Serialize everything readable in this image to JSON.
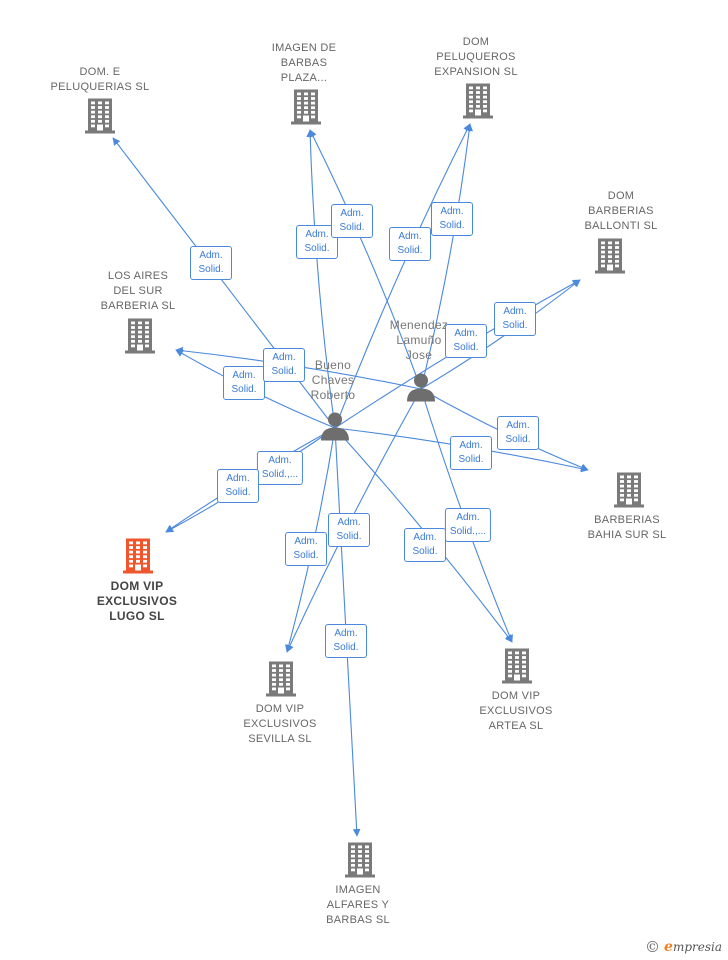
{
  "colors": {
    "edge": "#4a89dc",
    "company": "#7a7a7a",
    "focus": "#f0562d",
    "person": "#6e6e6e"
  },
  "persons": [
    {
      "id": "bueno",
      "name": "Bueno\nChaves\nRoberto"
    },
    {
      "id": "menendez",
      "name": "Menendez\nLamuño\nJose"
    }
  ],
  "companies": [
    {
      "id": "dom_e",
      "name": "DOM. E\nPELUQUERIAS SL",
      "focus": false
    },
    {
      "id": "imagen_barbas",
      "name": "IMAGEN DE\nBARBAS\nPLAZA...",
      "focus": false
    },
    {
      "id": "dom_peluqueros",
      "name": "DOM\nPELUQUEROS\nEXPANSION  SL",
      "focus": false
    },
    {
      "id": "ballonti",
      "name": "DOM\nBARBERIAS\nBALLONTI  SL",
      "focus": false
    },
    {
      "id": "aires",
      "name": "LOS AIRES\nDEL SUR\nBARBERIA  SL",
      "focus": false
    },
    {
      "id": "bahia",
      "name": "BARBERIAS\nBAHIA SUR  SL",
      "focus": false
    },
    {
      "id": "lugo",
      "name": "DOM VIP\nEXCLUSIVOS\nLUGO  SL",
      "focus": true
    },
    {
      "id": "sevilla",
      "name": "DOM VIP\nEXCLUSIVOS\nSEVILLA  SL",
      "focus": false
    },
    {
      "id": "artea",
      "name": "DOM VIP\nEXCLUSIVOS\nARTEA  SL",
      "focus": false
    },
    {
      "id": "alfares",
      "name": "IMAGEN\nALFARES Y\nBARBAS  SL",
      "focus": false
    }
  ],
  "relations": [
    {
      "from": "bueno",
      "to": "dom_e",
      "label": "Adm.\nSolid."
    },
    {
      "from": "bueno",
      "to": "imagen_barbas",
      "label": "Adm.\nSolid."
    },
    {
      "from": "menendez",
      "to": "imagen_barbas",
      "label": "Adm.\nSolid."
    },
    {
      "from": "bueno",
      "to": "dom_peluqueros",
      "label": "Adm.\nSolid."
    },
    {
      "from": "menendez",
      "to": "dom_peluqueros",
      "label": "Adm.\nSolid."
    },
    {
      "from": "bueno",
      "to": "ballonti",
      "label": "Adm.\nSolid."
    },
    {
      "from": "menendez",
      "to": "ballonti",
      "label": "Adm.\nSolid."
    },
    {
      "from": "bueno",
      "to": "aires",
      "label": "Adm.\nSolid."
    },
    {
      "from": "menendez",
      "to": "aires",
      "label": "Adm.\nSolid."
    },
    {
      "from": "bueno",
      "to": "bahia",
      "label": "Adm.\nSolid."
    },
    {
      "from": "menendez",
      "to": "bahia",
      "label": "Adm.\nSolid."
    },
    {
      "from": "bueno",
      "to": "lugo",
      "label": "Adm.\nSolid.,..."
    },
    {
      "from": "bueno",
      "to": "lugo",
      "label": "Adm.\nSolid."
    },
    {
      "from": "bueno",
      "to": "sevilla",
      "label": "Adm.\nSolid."
    },
    {
      "from": "menendez",
      "to": "sevilla",
      "label": "Adm.\nSolid."
    },
    {
      "from": "bueno",
      "to": "artea",
      "label": "Adm.\nSolid."
    },
    {
      "from": "menendez",
      "to": "artea",
      "label": "Adm.\nSolid.,..."
    },
    {
      "from": "bueno",
      "to": "alfares",
      "label": "Adm.\nSolid."
    }
  ],
  "brand": {
    "name": "mpresia",
    "initial": "e",
    "copyright": "©"
  }
}
